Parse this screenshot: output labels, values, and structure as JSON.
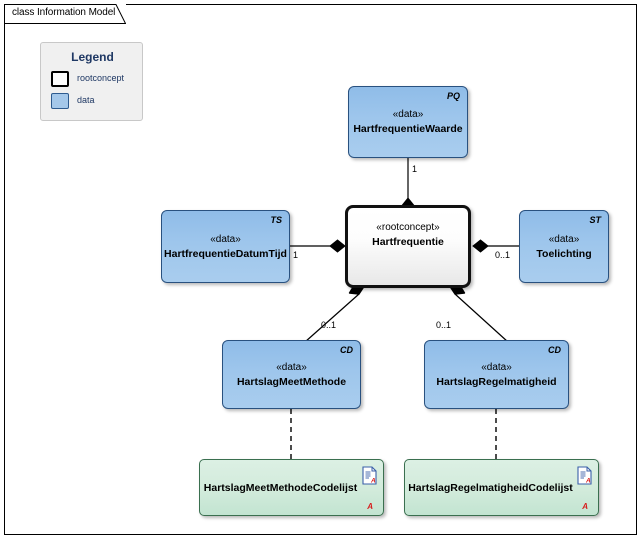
{
  "diagram": {
    "title": "class Information Model",
    "frame_color": "#000000",
    "background": "#ffffff"
  },
  "legend": {
    "title": "Legend",
    "items": [
      {
        "label": "rootconcept",
        "swatch": "rootconcept",
        "color": "#ffffff"
      },
      {
        "label": "data",
        "swatch": "data",
        "color": "#a5c8ea"
      }
    ]
  },
  "classes": [
    {
      "id": "hartfrequentiewaarde",
      "tag": "PQ",
      "stereotype": "«data»",
      "name": "HartfrequentieWaarde",
      "kind": "data"
    },
    {
      "id": "hartfrequentiedatumtijd",
      "tag": "TS",
      "stereotype": "«data»",
      "name": "HartfrequentieDatumTijd",
      "kind": "data"
    },
    {
      "id": "hartfrequentie",
      "tag": "",
      "stereotype": "«rootconcept»",
      "name": "Hartfrequentie",
      "kind": "rootconcept"
    },
    {
      "id": "toelichting",
      "tag": "ST",
      "stereotype": "«data»",
      "name": "Toelichting",
      "kind": "data"
    },
    {
      "id": "hartslagmeetmethode",
      "tag": "CD",
      "stereotype": "«data»",
      "name": "HartslagMeetMethode",
      "kind": "data"
    },
    {
      "id": "hartslagregelmatigheid",
      "tag": "CD",
      "stereotype": "«data»",
      "name": "HartslagRegelmatigheid",
      "kind": "data"
    }
  ],
  "codelists": [
    {
      "id": "hartslagmeetmethodecodelijst",
      "name": "HartslagMeetMethodeCodelijst",
      "icon": "document-icon",
      "marker": "A",
      "marker_color": "#d71b1b"
    },
    {
      "id": "hartslagregelmatigheidcodelijst",
      "name": "HartslagRegelmatigheidCodelijst",
      "icon": "document-icon",
      "marker": "A",
      "marker_color": "#d71b1b"
    }
  ],
  "connectors": [
    {
      "id": "waarde",
      "from": "hartfrequentiewaarde",
      "to": "hartfrequentie",
      "multiplicity": "1",
      "style": "composition"
    },
    {
      "id": "datumtijd",
      "from": "hartfrequentiedatumtijd",
      "to": "hartfrequentie",
      "multiplicity": "1",
      "style": "composition"
    },
    {
      "id": "toelichting",
      "from": "toelichting",
      "to": "hartfrequentie",
      "multiplicity": "0..1",
      "style": "composition"
    },
    {
      "id": "meetmethode",
      "from": "hartslagmeetmethode",
      "to": "hartfrequentie",
      "multiplicity": "0..1",
      "style": "composition"
    },
    {
      "id": "regelmatigheid",
      "from": "hartslagregelmatigheid",
      "to": "hartfrequentie",
      "multiplicity": "0..1",
      "style": "composition"
    },
    {
      "id": "meetmethode-codelijst",
      "from": "hartslagmeetmethode",
      "to": "hartslagmeetmethodecodelijst",
      "multiplicity": "",
      "style": "dependency-dashed"
    },
    {
      "id": "regelmatigheid-codelijst",
      "from": "hartslagregelmatigheid",
      "to": "hartslagregelmatigheidcodelijst",
      "multiplicity": "",
      "style": "dependency-dashed"
    }
  ],
  "colors": {
    "data_fill": "#9ec6ec",
    "data_border": "#29517f",
    "root_fill": "#f2f2f2",
    "root_border": "#111111",
    "codelist_fill": "#d2ebdb",
    "codelist_border": "#3a6f4f",
    "legend_title": "#1f3864",
    "connector": "#000000"
  }
}
